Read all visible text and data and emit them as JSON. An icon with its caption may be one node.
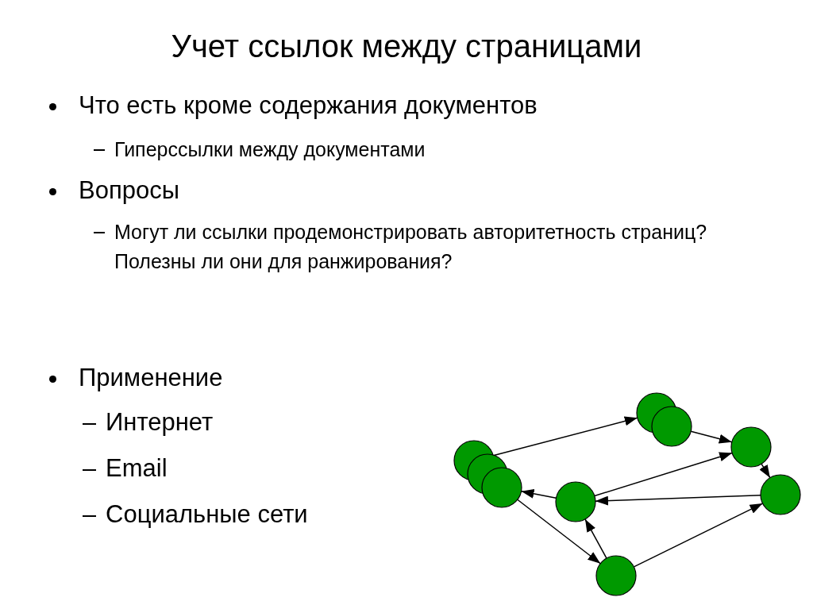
{
  "diagram": {
    "title": "Учет ссылок между страницами",
    "nodes": [
      {
        "text": [],
        "shape": "circle"
      },
      {
        "text": [],
        "shape": "circle"
      },
      {
        "text": [],
        "shape": "circle"
      },
      {
        "text": [],
        "shape": "circle"
      },
      {
        "text": [],
        "shape": "circle"
      },
      {
        "text": [],
        "shape": "circle"
      },
      {
        "text": [],
        "shape": "circle"
      },
      {
        "text": [],
        "shape": "circle"
      },
      {
        "text": [],
        "shape": "circle"
      }
    ],
    "edges": [
      {
        "from": 0,
        "to": 3,
        "arrow": "to"
      },
      {
        "from": 4,
        "to": 5,
        "arrow": "to"
      },
      {
        "from": 6,
        "to": 5,
        "arrow": "to"
      },
      {
        "from": 5,
        "to": 7,
        "arrow": "to"
      },
      {
        "from": 7,
        "to": 6,
        "arrow": "to"
      },
      {
        "from": 6,
        "to": 2,
        "arrow": "to"
      },
      {
        "from": 2,
        "to": 8,
        "arrow": "to"
      },
      {
        "from": 8,
        "to": 6,
        "arrow": "to"
      },
      {
        "from": 8,
        "to": 7,
        "arrow": "to"
      }
    ],
    "labels": [
      "Что есть кроме содержания документов",
      "Гиперссылки между документами",
      "Вопросы",
      "Могут ли ссылки продемонстрировать авторитетность страниц? Полезны ли они для ранжирования?",
      "Применение",
      "Интернет",
      "Email",
      "Социальные сети"
    ]
  }
}
